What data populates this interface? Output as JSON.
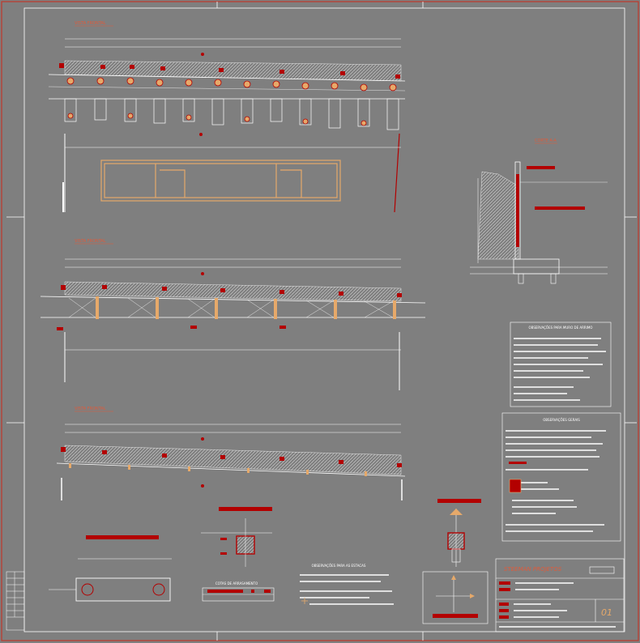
{
  "drawing": {
    "company_name": "STEEMAN PROJETOS",
    "sheet_number": "01",
    "colors": {
      "background": "#808080",
      "border": "#c0392b",
      "line": "#ffffff",
      "accent": "#b30000",
      "foundation": "#e6a96a"
    }
  },
  "views": [
    {
      "title": "VISTA FRONTAL"
    },
    {
      "title": "VISTA FRONTAL"
    },
    {
      "title": "VISTA FRONTAL"
    }
  ],
  "detail": {
    "title": "CORTE A-A"
  },
  "notes": {
    "retaining_wall_title": "OBSERVAÇÕES PARA MURO DE ARRIMO",
    "general_title": "OBSERVAÇÕES GERAIS",
    "piles_title": "OBSERVAÇÕES PARA AS ESTACAS",
    "arrangement_title": "COTAS DE ARRASAMENTO"
  }
}
